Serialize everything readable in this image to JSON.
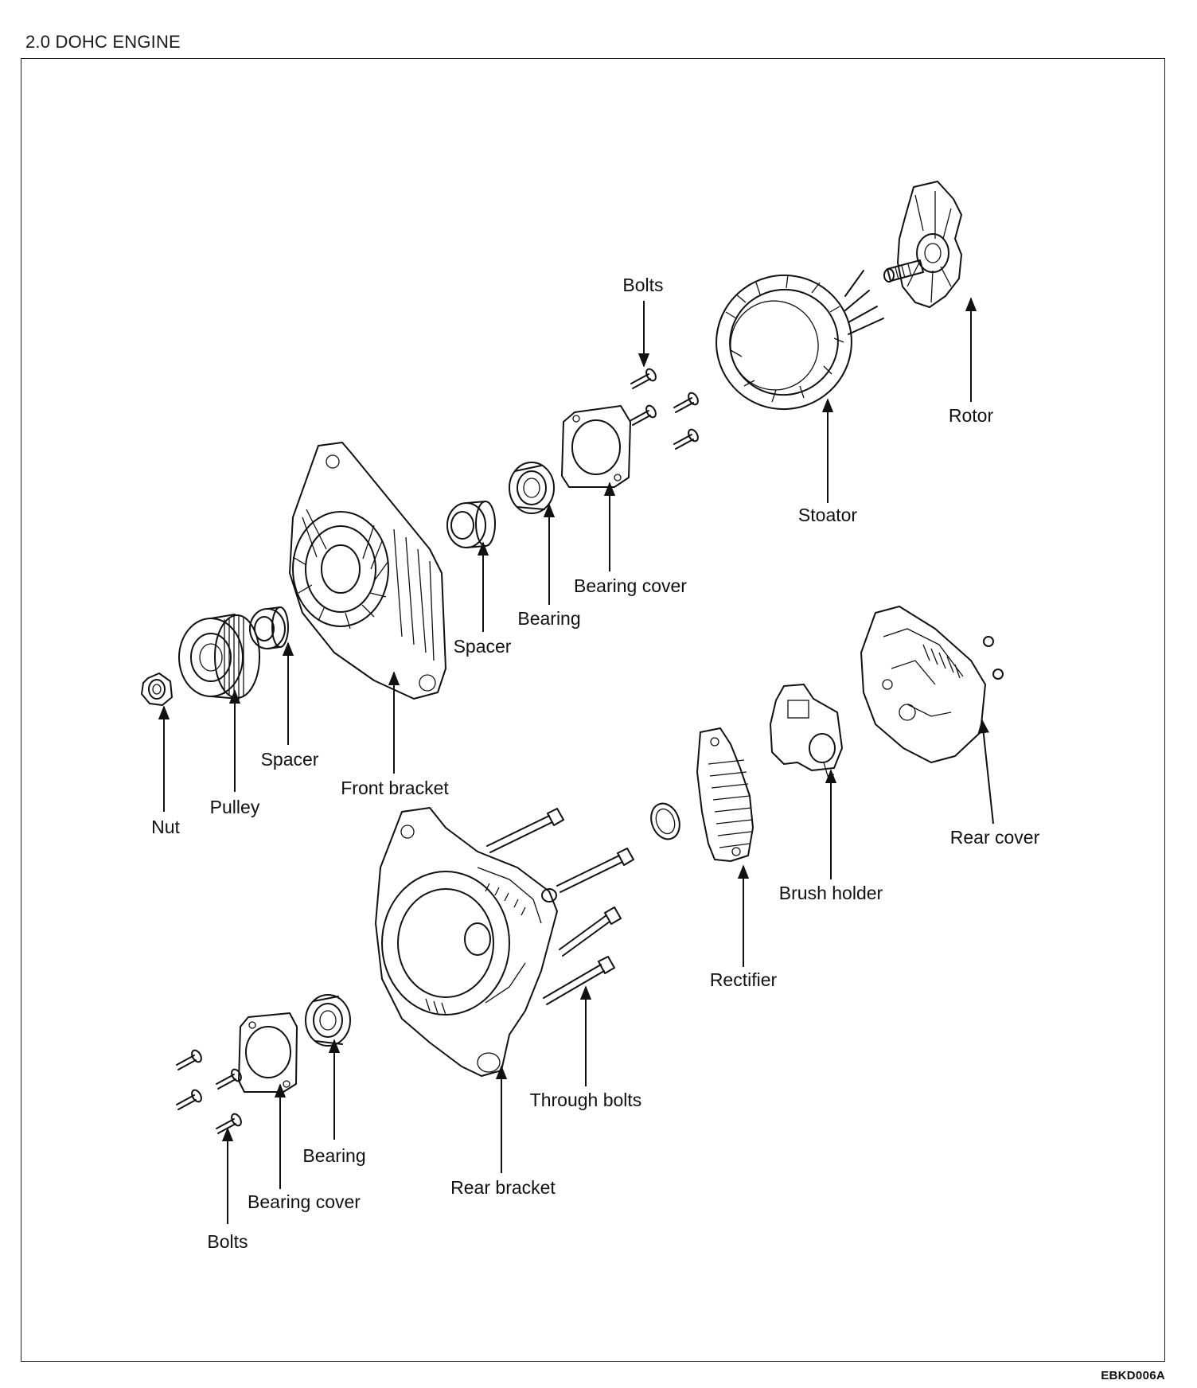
{
  "heading": "2.0 DOHC ENGINE",
  "figure_code": "EBKD006A",
  "labels": {
    "bolts_top": "Bolts",
    "rotor": "Rotor",
    "stoator": "Stoator",
    "bearing_cover_top": "Bearing cover",
    "bearing_top": "Bearing",
    "spacer_top": "Spacer",
    "front_bracket": "Front bracket",
    "spacer_left": "Spacer",
    "pulley": "Pulley",
    "nut": "Nut",
    "rear_cover": "Rear cover",
    "brush_holder": "Brush holder",
    "rectifier": "Rectifier",
    "through_bolts": "Through bolts",
    "rear_bracket": "Rear bracket",
    "bearing_bottom": "Bearing",
    "bearing_cover_bottom": "Bearing cover",
    "bolts_bottom": "Bolts"
  }
}
